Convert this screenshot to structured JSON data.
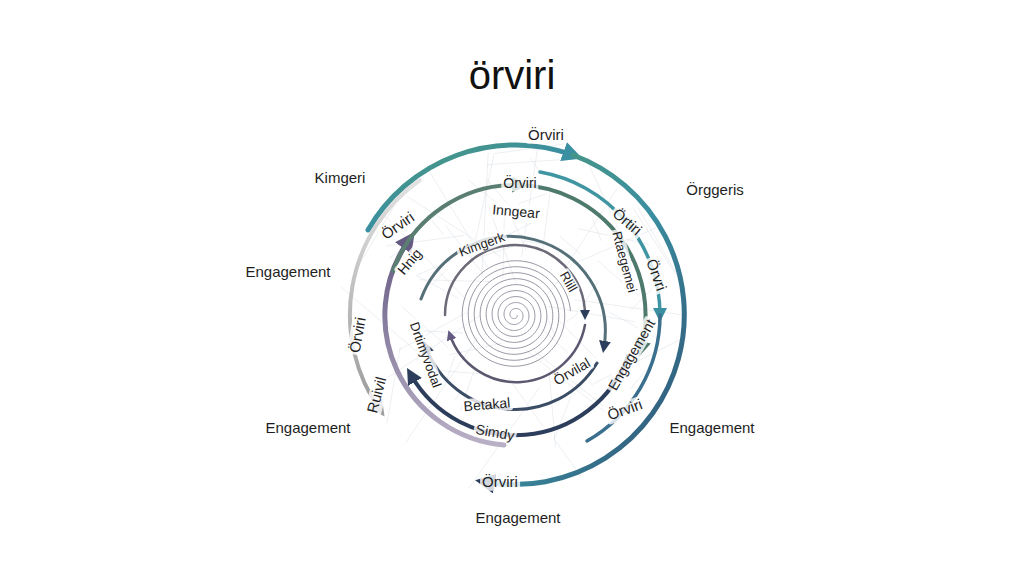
{
  "diagram": {
    "title": "örviri",
    "labels": [
      "Örviri",
      "Kimgeri",
      "Örggeris",
      "Örviri",
      "Örviri",
      "Inngear",
      "Örtiri",
      "Engagement",
      "Hnig",
      "Kimgerk",
      "Rtaegemei",
      "Örvri",
      "Rlill",
      "Örviri",
      "Drtimyvodal",
      "Engagement",
      "Örvilal",
      "Betakal",
      "Ruivil",
      "Simdy",
      "Örviri",
      "Engagement",
      "Engagement",
      "Örviri",
      "Engagement"
    ]
  }
}
